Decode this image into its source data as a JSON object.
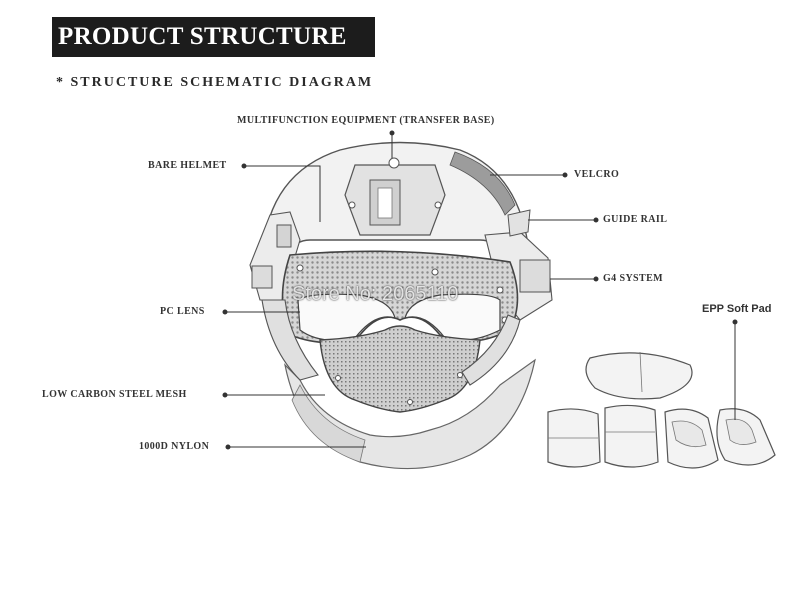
{
  "header": {
    "title": "PRODUCT STRUCTURE",
    "subtitle": "* STRUCTURE SCHEMATIC DIAGRAM"
  },
  "labels": {
    "multifunction": "MULTIFUNCTION EQUIPMENT (TRANSFER BASE)",
    "bare_helmet": "BARE HELMET",
    "velcro": "VELCRO",
    "guide_rail": "GUIDE RAIL",
    "g4_system": "G4 SYSTEM",
    "pc_lens": "PC LENS",
    "epp_soft_pad": "EPP Soft Pad",
    "low_carbon_steel_mesh": "LOW CARBON STEEL MESH",
    "nylon": "1000D NYLON"
  },
  "watermark": "Store No: 2065110"
}
